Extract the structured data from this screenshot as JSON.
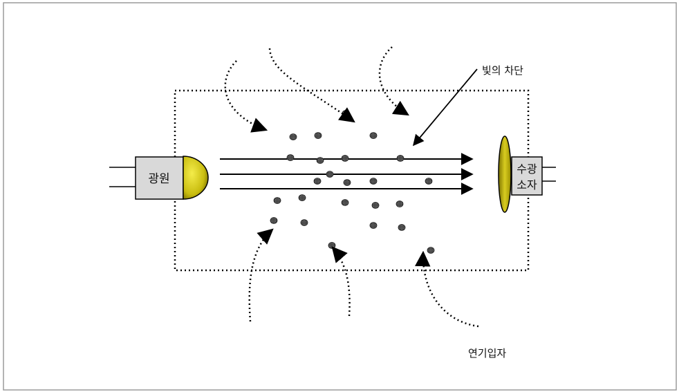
{
  "labels": {
    "light_source": "광원",
    "receiver_line1": "수광",
    "receiver_line2": "소자",
    "light_block": "빛의 차단",
    "smoke_particles": "연기입자"
  },
  "colors": {
    "frame": "#9a9a9a",
    "line": "#000000",
    "box_fill": "#d9d9d9",
    "lens_fill": "#c9bd10",
    "lens_dark": "#5c5600",
    "particle": "#444444"
  }
}
